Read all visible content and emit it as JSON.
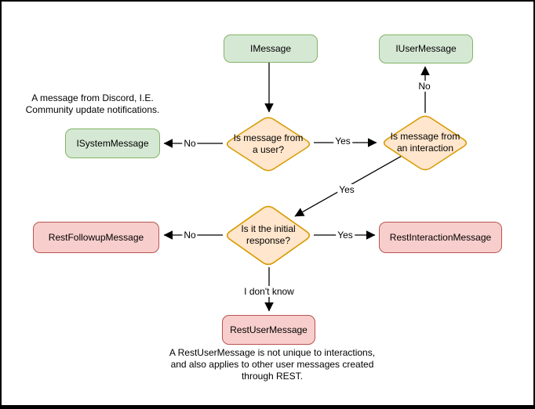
{
  "colors": {
    "canvas_bg": "#ffffff",
    "frame": "#000000",
    "green_fill": "#d5e8d4",
    "green_stroke": "#82b366",
    "orange_fill": "#ffe6cc",
    "orange_stroke": "#d79b00",
    "red_fill": "#f8cecc",
    "red_stroke": "#b85450",
    "connector": "#000000",
    "text": "#000000"
  },
  "nodes": {
    "imessage": "IMessage",
    "iusermessage": "IUserMessage",
    "isystemmessage": "ISystemMessage",
    "is_from_user": "Is message from a user?",
    "is_from_interaction": "Is message from an interaction",
    "restfollowupmessage": "RestFollowupMessage",
    "is_initial_response": "Is it the initial response?",
    "restinteractionmessage": "RestInteractionMessage",
    "restusermessage": "RestUserMessage"
  },
  "edge_labels": {
    "user_no": "No",
    "user_yes": "Yes",
    "interaction_no": "No",
    "interaction_yes": "Yes",
    "initial_no": "No",
    "initial_yes": "Yes",
    "initial_unknown": "I don't know"
  },
  "annotations": {
    "system_note": "A message from Discord, I.E.\nCommunity update notifications.",
    "restuser_note": "A RestUserMessage is not unique to interactions,\nand also applies to other user messages created\nthrough REST."
  }
}
